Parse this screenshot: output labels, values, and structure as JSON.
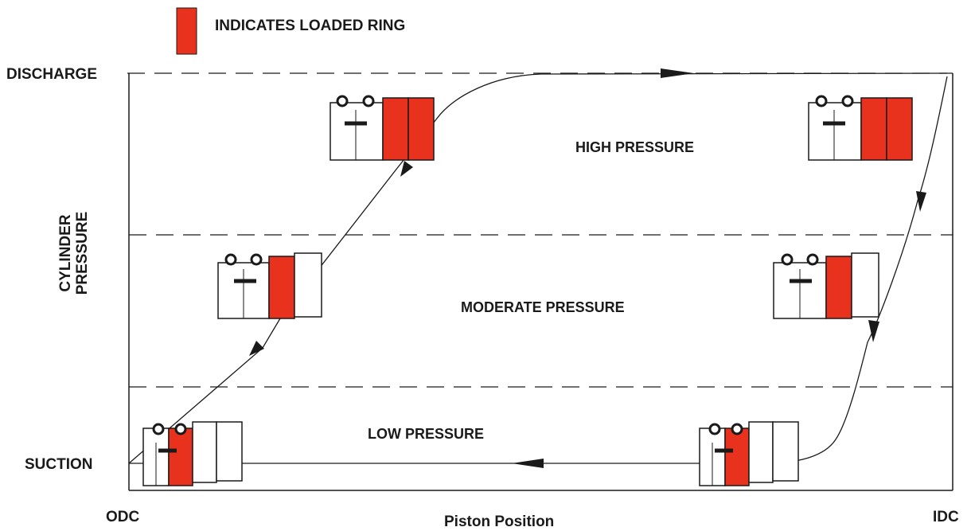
{
  "legend": {
    "label": "INDICATES LOADED RING",
    "color": "#e8321e"
  },
  "y_axis": {
    "label_line1": "CYLINDER",
    "label_line2": "PRESSURE",
    "top_label": "DISCHARGE",
    "bottom_label": "SUCTION"
  },
  "x_axis": {
    "label": "Piston Position",
    "left_label": "ODC",
    "right_label": "IDC"
  },
  "zones": {
    "high": "HIGH PRESSURE",
    "moderate": "MODERATE PRESSURE",
    "low": "LOW PRESSURE"
  },
  "colors": {
    "loaded_ring": "#e8321e",
    "line": "#1a1a1a",
    "background": "#ffffff"
  },
  "ring_packs": [
    {
      "name": "ring-pack-odc-low",
      "loaded_rings": [
        1
      ],
      "ring_count": 3
    },
    {
      "name": "ring-pack-compression-moderate",
      "loaded_rings": [
        1
      ],
      "ring_count": 2
    },
    {
      "name": "ring-pack-compression-high",
      "loaded_rings": [
        1,
        2
      ],
      "ring_count": 2
    },
    {
      "name": "ring-pack-idc-high",
      "loaded_rings": [
        1,
        2
      ],
      "ring_count": 2
    },
    {
      "name": "ring-pack-expansion-moderate",
      "loaded_rings": [
        1
      ],
      "ring_count": 2
    },
    {
      "name": "ring-pack-idc-low",
      "loaded_rings": [
        1
      ],
      "ring_count": 3
    }
  ]
}
